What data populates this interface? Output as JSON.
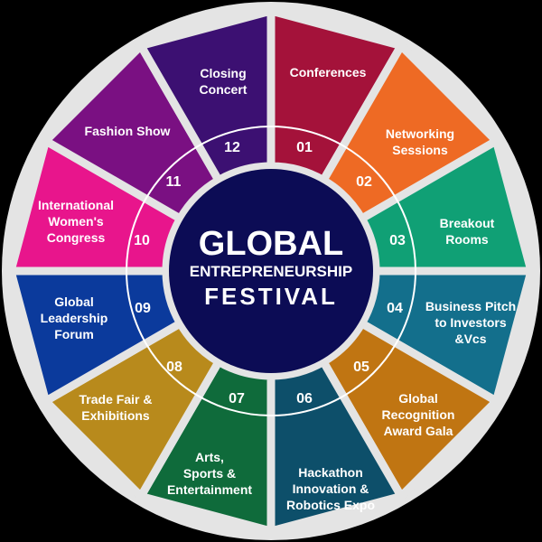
{
  "center": {
    "line1": "GLOBAL",
    "line2": "ENTREPRENEURSHIP",
    "line3": "FESTIVAL",
    "color": "#0c0c55"
  },
  "ring_color": "#e4e4e4",
  "segments": [
    {
      "number": "01",
      "lines": [
        "Conferences"
      ],
      "color": "#a4123a"
    },
    {
      "number": "02",
      "lines": [
        "Networking",
        "Sessions"
      ],
      "color": "#ee6a24"
    },
    {
      "number": "03",
      "lines": [
        "Breakout",
        "Rooms"
      ],
      "color": "#10a075"
    },
    {
      "number": "04",
      "lines": [
        "Business Pitch",
        "to Investors",
        "&Vcs"
      ],
      "color": "#136f8c"
    },
    {
      "number": "05",
      "lines": [
        "Global",
        "Recognition",
        "Award Gala"
      ],
      "color": "#c07512"
    },
    {
      "number": "06",
      "lines": [
        "Hackathon",
        "Innovation &",
        "Robotics Expo"
      ],
      "color": "#0d4f6a"
    },
    {
      "number": "07",
      "lines": [
        "Arts,",
        "Sports &",
        "Entertainment"
      ],
      "color": "#0f6b3b"
    },
    {
      "number": "08",
      "lines": [
        "Trade Fair &",
        "Exhibitions"
      ],
      "color": "#b88a1c"
    },
    {
      "number": "09",
      "lines": [
        "Global",
        "Leadership",
        "Forum"
      ],
      "color": "#0b3a9c"
    },
    {
      "number": "10",
      "lines": [
        "International",
        "Women's",
        "Congress"
      ],
      "color": "#e8158c"
    },
    {
      "number": "11",
      "lines": [
        "Fashion Show"
      ],
      "color": "#7a1082"
    },
    {
      "number": "12",
      "lines": [
        "Closing",
        "Concert"
      ],
      "color": "#3c1072"
    }
  ]
}
